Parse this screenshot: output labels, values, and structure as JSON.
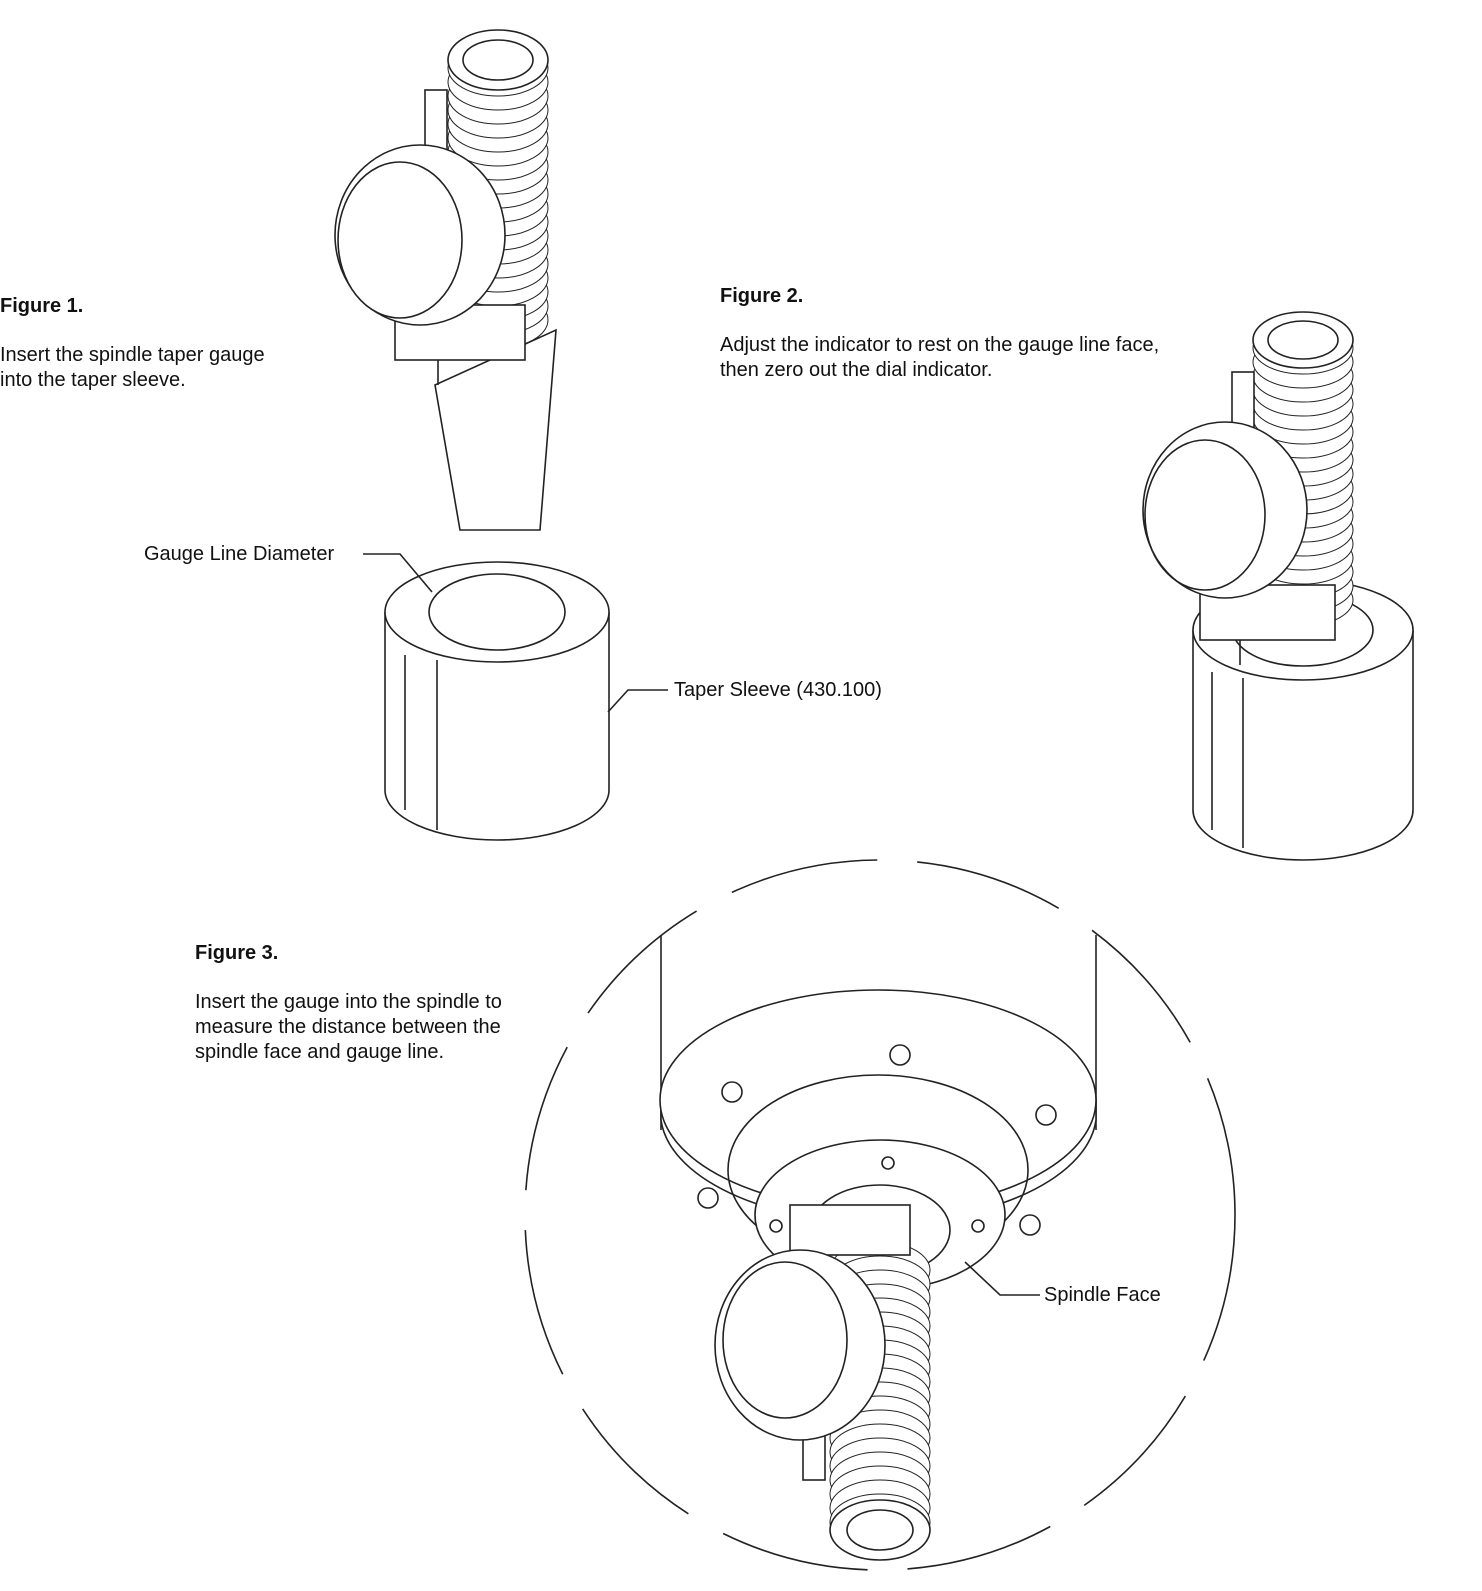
{
  "figure1": {
    "title": "Figure 1.",
    "lines": [
      "Insert the spindle taper gauge",
      "into the taper sleeve."
    ],
    "callouts": {
      "gauge_line": "Gauge Line Diameter",
      "taper_sleeve": "Taper Sleeve (430.100)"
    }
  },
  "figure2": {
    "title": "Figure 2.",
    "lines": [
      "Adjust the indicator to rest on the gauge line face,",
      "then zero out the dial indicator."
    ]
  },
  "figure3": {
    "title": "Figure 3.",
    "lines": [
      "Insert the gauge into the spindle to",
      "measure the distance between the",
      "spindle face and gauge line."
    ],
    "callouts": {
      "spindle_face": "Spindle Face"
    }
  }
}
